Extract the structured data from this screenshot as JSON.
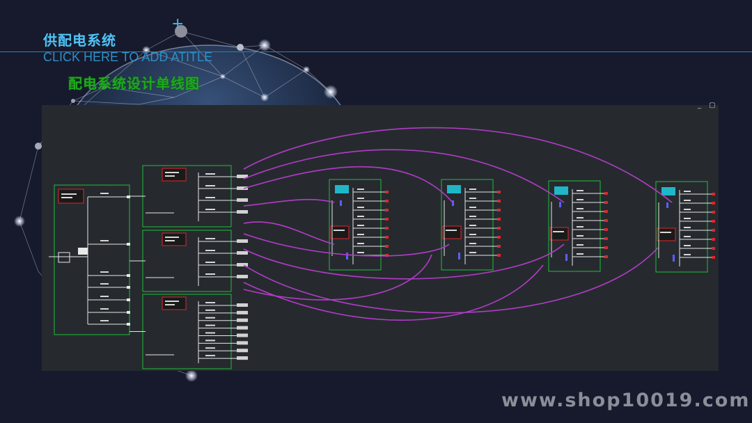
{
  "header": {
    "title": "供配电系统",
    "subtitle": "CLICK HERE TO ADD ATITLE",
    "plus_icon": "plus-icon"
  },
  "diagram": {
    "title": "配电系统设计单线图",
    "colors": {
      "background": "#161a2c",
      "panel": "#262a2f",
      "frame": "#1fbf3a",
      "wire": "#e6e6e6",
      "connector": "#b43cc8",
      "label_box": "#e0262b",
      "cyan_block": "#1fb6c8"
    }
  },
  "window_controls": "_ ▢",
  "watermark": "www.shop10019.com"
}
